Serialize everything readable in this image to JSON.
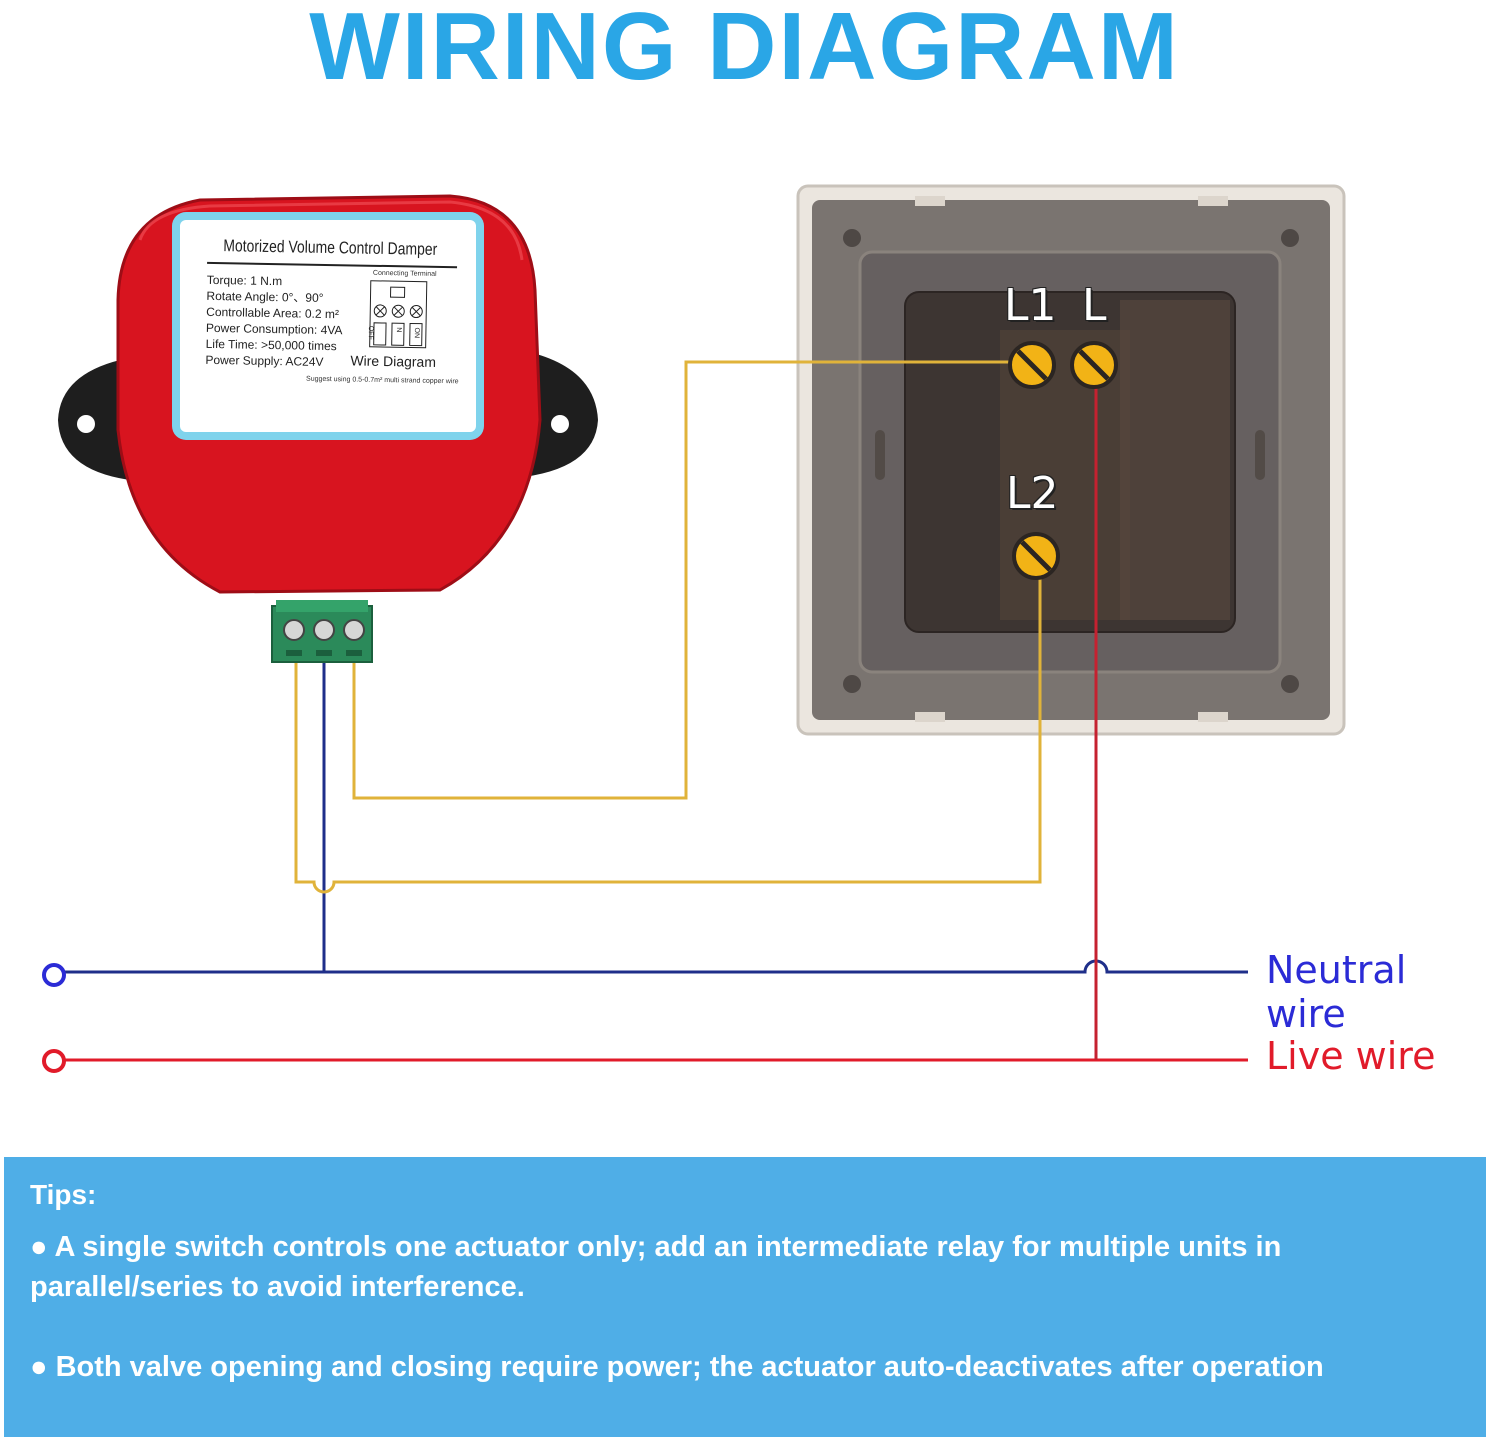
{
  "title": "WIRING DIAGRAM",
  "damper_label": {
    "title": "Motorized Volume Control Damper",
    "specs": [
      "Torque: 1 N.m",
      "Rotate Angle: 0°、90°",
      "Controllable Area: 0.2 m²",
      "Power Consumption: 4VA",
      "Life Time: >50,000 times",
      "Power Supply: AC24V"
    ],
    "connecting_terminal": "Connecting Terminal",
    "terminal_marks": [
      "OFF",
      "N",
      "ON"
    ],
    "wire_diagram": "Wire Diagram",
    "note": "Suggest using 0.5-0.7m² multi strand copper wire"
  },
  "switch_terminals": {
    "l1": "L1",
    "l": "L",
    "l2": "L2"
  },
  "wires": {
    "neutral": "Neutral wire",
    "live": "Live wire",
    "colors": {
      "neutral": "#1f2f8a",
      "live": "#e11b2a",
      "signal": "#e0b33a"
    }
  },
  "tips": {
    "heading": "Tips:",
    "items": [
      "●  A single switch controls one actuator only; add an intermediate relay for multiple units in parallel/series to avoid interference.",
      "●  Both valve opening and closing require power; the actuator auto-deactivates after operation"
    ]
  }
}
